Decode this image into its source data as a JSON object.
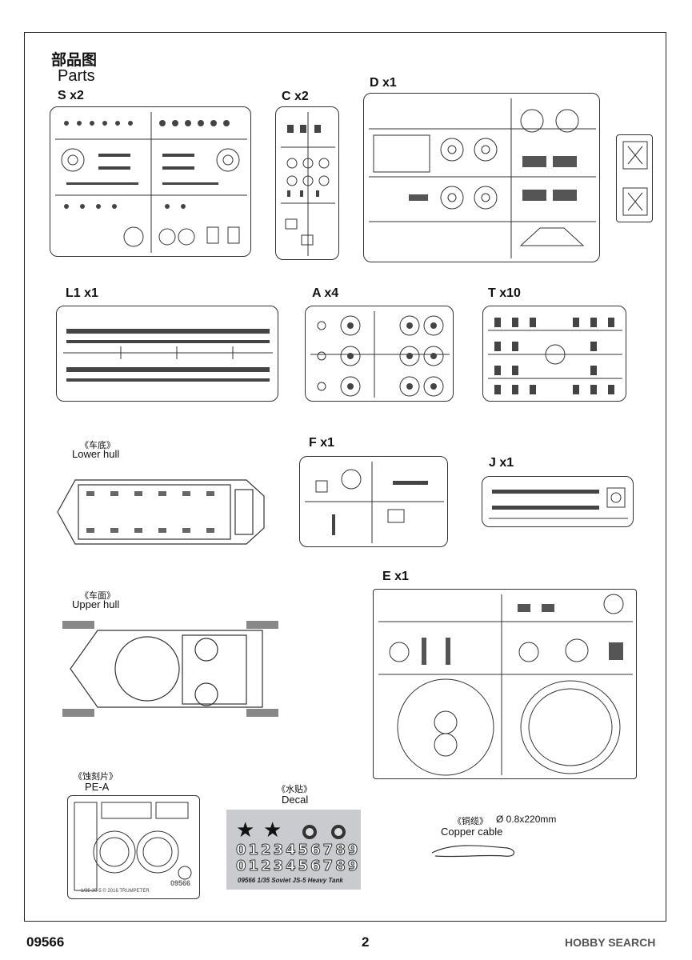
{
  "header": {
    "title_cn": "部品图",
    "title_en": "Parts"
  },
  "sprues": {
    "s": "S x2",
    "c": "C x2",
    "d": "D x1",
    "l1": "L1 x1",
    "a": "A x4",
    "t": "T x10",
    "f": "F x1",
    "j": "J x1",
    "e": "E x1"
  },
  "hulls": {
    "lower_cn": "《车底》",
    "lower_en": "Lower hull",
    "upper_cn": "《车面》",
    "upper_en": "Upper hull"
  },
  "pe": {
    "label_cn": "《蚀刻片》",
    "label_en": "PE-A",
    "plate_text": "1/35   JS-5   © 2016  TRUMPETER",
    "plate_code": "09566"
  },
  "decal": {
    "label_cn": "《水贴》",
    "label_en": "Decal",
    "digits_row1": "0123456789",
    "digits_row2": "0123456789",
    "caption": "09566 1/35 Soviet JS-5 Heavy Tank"
  },
  "copper": {
    "label_cn": "《铜缆》",
    "spec": "Ø 0.8x220mm",
    "label_en": "Copper cable"
  },
  "footer": {
    "code": "09566",
    "page": "2",
    "watermark": "HOBBY SEARCH"
  }
}
